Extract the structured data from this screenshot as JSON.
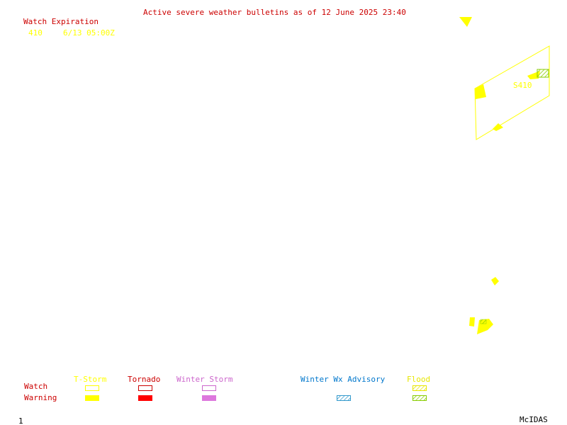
{
  "bulletin": {
    "title": "Active severe weather bulletins as of 12 June 2025 23:40"
  },
  "expiration": {
    "heading": "Watch Expiration",
    "watch_number": "410",
    "expires": "6/13 05:00Z"
  },
  "map": {
    "watch_label": "S410",
    "watch_color": "#ffff00",
    "flood_color": "#88cc00"
  },
  "legend": {
    "row_watch": "Watch",
    "row_warning": "Warning",
    "tstorm": "T-Storm",
    "tornado": "Tornado",
    "winter_storm": "Winter Storm",
    "winter_wx": "Winter Wx Advisory",
    "flood": "Flood",
    "colors": {
      "tstorm": "#ffff00",
      "tornado": "#ff0000",
      "winter_storm": "#dd77dd",
      "winter_wx": "#3399cc",
      "flood": "#88cc00"
    }
  },
  "footer": {
    "frame": "1",
    "brand": "McIDAS"
  }
}
